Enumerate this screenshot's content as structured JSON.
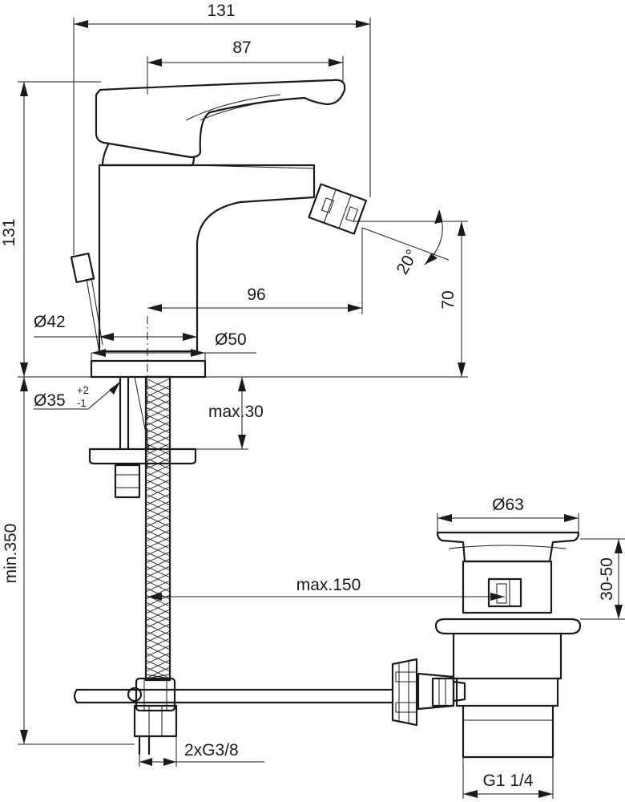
{
  "dimensions": {
    "overall_width": "131",
    "lever_width": "87",
    "overall_height": "131",
    "spout_reach": "96",
    "spout_height": "70",
    "spout_angle": "20°",
    "base_diameter_42": "Ø42",
    "base_diameter_50": "Ø50",
    "hole_diameter": "Ø35",
    "hole_tolerance_plus": "+2",
    "hole_tolerance_minus": "-1",
    "max_thickness": "max.30",
    "min_hose_length": "min.350",
    "waste_diameter": "Ø63",
    "waste_height": "30-50",
    "max_rod_length": "max.150",
    "supply_connection": "2xG3/8",
    "waste_thread": "G1 1/4"
  },
  "colors": {
    "line": "#1a1a1a",
    "background": "#ffffff"
  }
}
